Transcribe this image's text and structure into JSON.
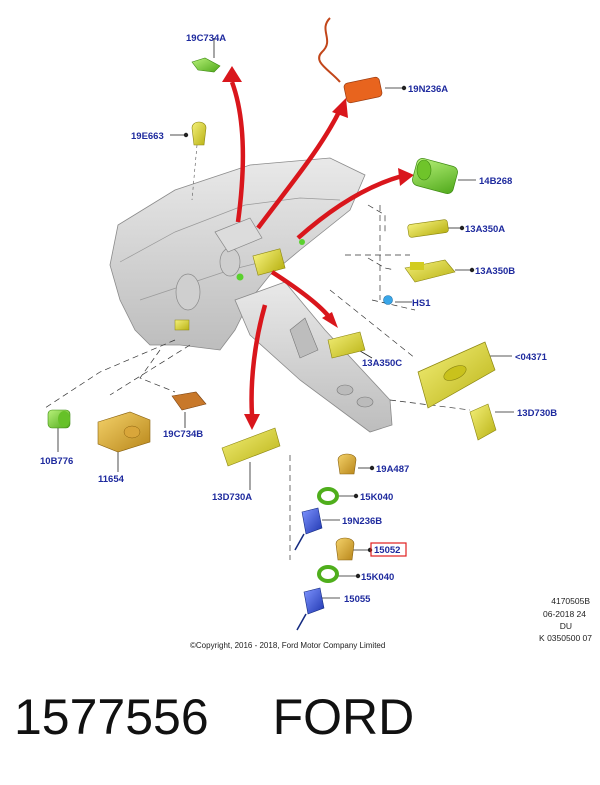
{
  "diagram": {
    "part_labels": {
      "p19C734A_top": "19C734A",
      "p19N236A": "19N236A",
      "p19E663": "19E663",
      "p14B268": "14B268",
      "p13A350A": "13A350A",
      "p13A350B": "13A350B",
      "pHS1": "HS1",
      "p13A350C": "13A350C",
      "p04371": "<04371",
      "p13D730B": "13D730B",
      "p10B776": "10B776",
      "p11654": "11654",
      "p19C734B": "19C734B",
      "p13D730A": "13D730A",
      "p19A487": "19A487",
      "p15K040_a": "15K040",
      "p19N236B": "19N236B",
      "p15052": "15052",
      "p15K040_b": "15K040",
      "p15055": "15055"
    },
    "highlighted_part": "15052",
    "copyright": "©Copyright, 2016 - 2018, Ford Motor Company Limited",
    "doc_ref": {
      "line1": "4170505B",
      "line2": "06-2018 24",
      "line3": "DU",
      "line4": "K 0350500 07"
    },
    "colors": {
      "label_text": "#1e2a9e",
      "arrow_red": "#d9161c",
      "highlight_box": "#e02020",
      "part_yellow": "#e6e22a",
      "part_green": "#7cd62e",
      "part_orange": "#e8641e",
      "part_blue": "#2f4fd6",
      "part_brown": "#c8782a",
      "dashboard_gray": "#d6d6d6"
    }
  },
  "caption": {
    "part_number": "1577556",
    "brand": "FORD"
  }
}
